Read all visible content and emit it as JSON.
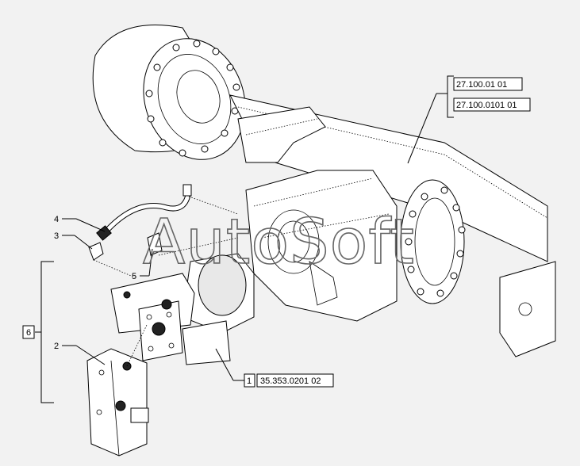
{
  "diagram": {
    "watermark": "AutoSoft",
    "callouts": {
      "c4": "4",
      "c3": "3",
      "c5": "5",
      "c6": "6",
      "c2": "2",
      "c1": "1"
    },
    "references": {
      "ref_top_1": "27.100.01 01",
      "ref_top_2": "27.100.0101 01",
      "ref_bottom": "35.353.0201 02"
    }
  }
}
